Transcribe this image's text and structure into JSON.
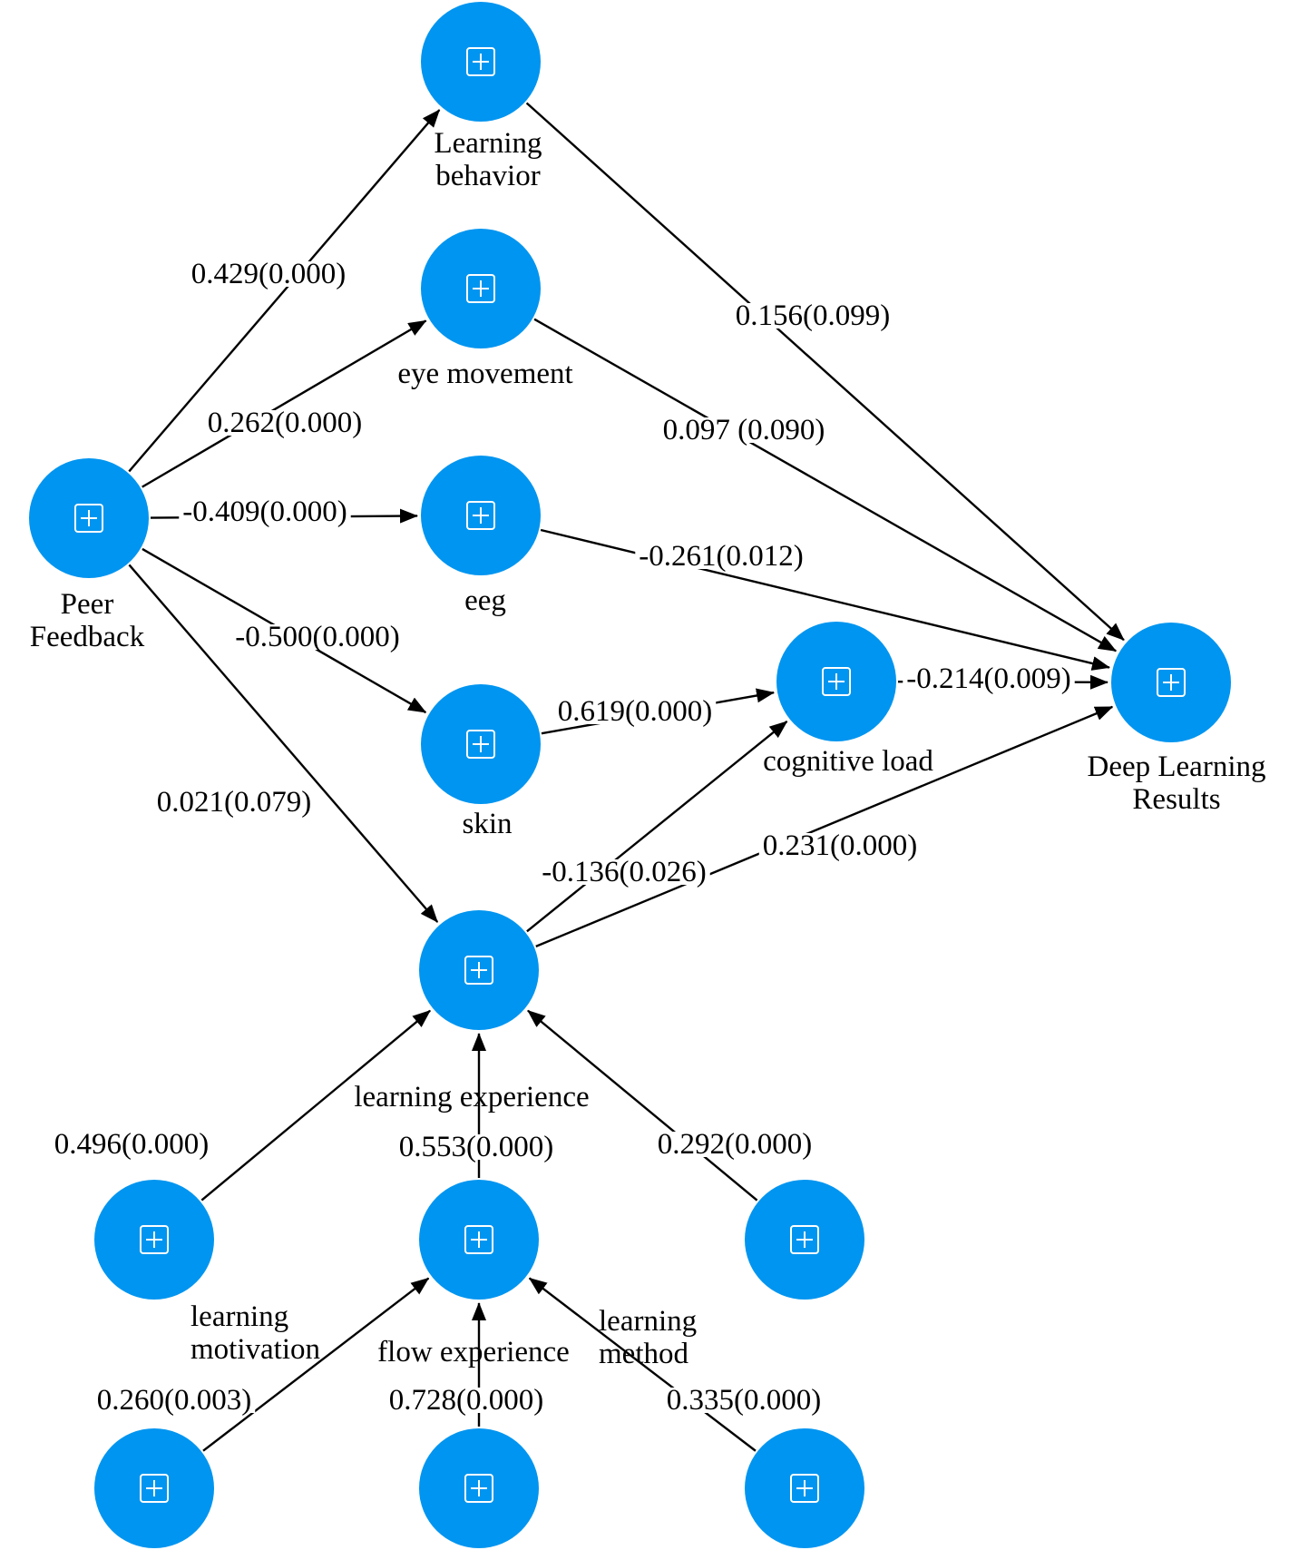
{
  "colors": {
    "node": "#0095f0",
    "edge": "#000000",
    "background": "#ffffff"
  },
  "icons": {
    "node": "expand-square-icon"
  },
  "nodes": [
    {
      "id": "LB",
      "label": [
        "Learning",
        "behavior"
      ]
    },
    {
      "id": "EM",
      "label": [
        "eye movement"
      ]
    },
    {
      "id": "EEG",
      "label": [
        "eeg"
      ]
    },
    {
      "id": "SKIN",
      "label": [
        "skin"
      ]
    },
    {
      "id": "PF",
      "label": [
        "Peer",
        "Feedback"
      ]
    },
    {
      "id": "CL",
      "label": [
        "cognitive load"
      ]
    },
    {
      "id": "DLR",
      "label": [
        "Deep Learning",
        "Results"
      ]
    },
    {
      "id": "LE",
      "label": [
        "learning experience"
      ]
    },
    {
      "id": "LM",
      "label": [
        "learning",
        "motivation"
      ]
    },
    {
      "id": "FE",
      "label": [
        "flow experience"
      ]
    },
    {
      "id": "LMe",
      "label": [
        "learning",
        "method"
      ]
    },
    {
      "id": "B1",
      "label": []
    },
    {
      "id": "B2",
      "label": []
    },
    {
      "id": "B3",
      "label": []
    }
  ],
  "edges": [
    {
      "from": "PF",
      "to": "LB",
      "label": "0.429(0.000)"
    },
    {
      "from": "PF",
      "to": "EM",
      "label": "0.262(0.000)"
    },
    {
      "from": "PF",
      "to": "EEG",
      "label": "-0.409(0.000)"
    },
    {
      "from": "PF",
      "to": "SKIN",
      "label": "-0.500(0.000)"
    },
    {
      "from": "PF",
      "to": "LE",
      "label": "0.021(0.079)"
    },
    {
      "from": "LB",
      "to": "DLR",
      "label": "0.156(0.099)"
    },
    {
      "from": "EM",
      "to": "DLR",
      "label": "0.097 (0.090)"
    },
    {
      "from": "EEG",
      "to": "DLR",
      "label": "-0.261(0.012)"
    },
    {
      "from": "SKIN",
      "to": "CL",
      "label": "0.619(0.000)"
    },
    {
      "from": "CL",
      "to": "DLR",
      "label": "-0.214(0.009)"
    },
    {
      "from": "LE",
      "to": "CL",
      "label": "-0.136(0.026)"
    },
    {
      "from": "LE",
      "to": "DLR",
      "label": "0.231(0.000)"
    },
    {
      "from": "LM",
      "to": "LE",
      "label": "0.496(0.000)"
    },
    {
      "from": "FE",
      "to": "LE",
      "label": "0.553(0.000)"
    },
    {
      "from": "LMe",
      "to": "LE",
      "label": "0.292(0.000)"
    },
    {
      "from": "B1",
      "to": "FE",
      "label": "0.260(0.003)"
    },
    {
      "from": "B2",
      "to": "FE",
      "label": "0.728(0.000)"
    },
    {
      "from": "B3",
      "to": "FE",
      "label": "0.335(0.000)"
    }
  ]
}
